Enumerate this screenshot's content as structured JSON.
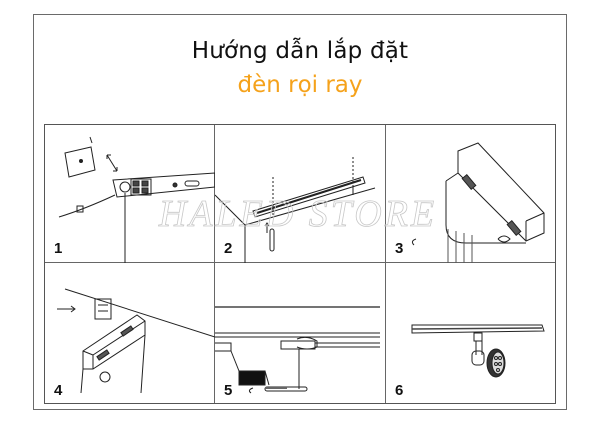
{
  "header": {
    "title_line1": "Hướng dẫn lắp đặt",
    "title_line2": "đèn rọi ray",
    "title_line2_color": "#f5a21b"
  },
  "watermark": "HALED STORE",
  "steps": [
    {
      "number": "1",
      "illustration": "connect-wires-to-track-end-cap"
    },
    {
      "number": "2",
      "illustration": "screw-track-to-ceiling"
    },
    {
      "number": "3",
      "illustration": "track-adapter-light-head"
    },
    {
      "number": "4",
      "illustration": "insert-adapter-into-track"
    },
    {
      "number": "5",
      "illustration": "rotate-lock-lever"
    },
    {
      "number": "6",
      "illustration": "completed-track-spotlight"
    }
  ]
}
